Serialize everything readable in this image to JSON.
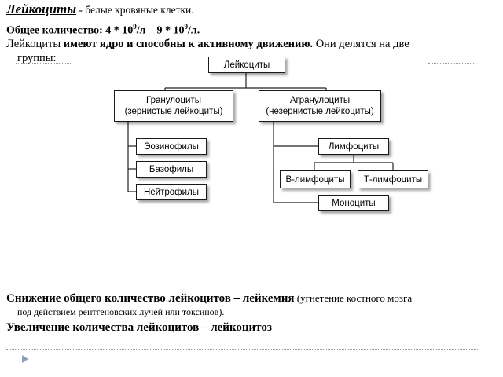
{
  "header": {
    "title": "Лейкоциты",
    "title_desc": " - белые кровяные клетки.",
    "count_label": "Общее количество: 4 * 10",
    "count_exp1": "9",
    "count_mid": "/л – 9 * 10",
    "count_exp2": "9",
    "count_tail": "/л.",
    "intro_a": "Лейкоциты",
    "intro_b": " имеют ядро и способны к  активному  движению.",
    "intro_c": " Они делятся на две",
    "intro_d": "группы:"
  },
  "diagram": {
    "root": "Лейкоциты",
    "granulo": [
      "Гранулоциты",
      "(зернистые лейкоциты)"
    ],
    "agranulo": [
      "Агранулоциты",
      "(незернистые лейкоциты)"
    ],
    "eosino": "Эозинофилы",
    "baso": "Базофилы",
    "neutro": "Нейтрофилы",
    "lympho": "Лимфоциты",
    "b_lympho": "В-лимфоциты",
    "t_lympho": "Т-лимфоциты",
    "mono": "Моноциты"
  },
  "footer": {
    "decrease_a": "Снижение общего количество лейкоцитов – лейкемия",
    "decrease_b": " (угнетение костного мозга",
    "decrease_c": "под действием рентгеновских лучей или токсинов).",
    "increase": "Увеличение количества лейкоцитов – лейкоцитоз"
  },
  "icons": {
    "bullet": "arrow-bullet-icon"
  }
}
